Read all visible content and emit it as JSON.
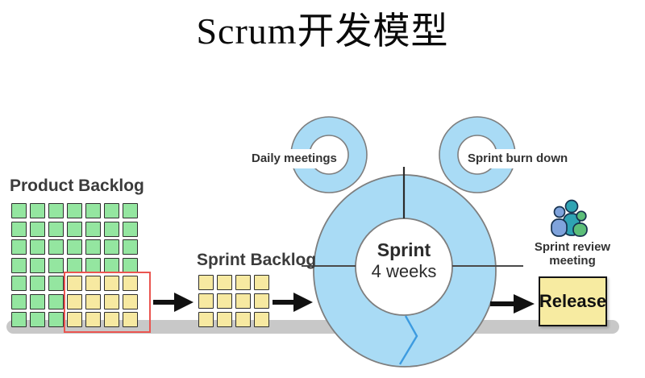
{
  "title": "Scrum开发模型",
  "colors": {
    "card_green": "#94E6A0",
    "card_yellow": "#F7E9A1",
    "card_border": "#2E2E2E",
    "ring_blue": "#A9DBF5",
    "ring_stroke": "#7E7E7E",
    "tick_dark": "#2B2B2B",
    "connector_gray": "#4A4A4A",
    "zigzag_blue": "#3D9BE0",
    "bar_gray": "#C8C8C8",
    "highlight_red": "#EA5550",
    "release_yellow": "#F7EBA1",
    "arrow_black": "#111111",
    "person_blue": "#7FA3DC",
    "person_teal": "#2FA3B3",
    "person_green": "#5CBE79",
    "person_outline": "#16324F"
  },
  "product_backlog": {
    "label": "Product Backlog",
    "rows": [
      "GGGGGGG",
      "GGGGGGG",
      "GGGGGGG",
      "GGGGGGG",
      "GGGYYYY",
      "GGGYYYY",
      "GGGYYYY"
    ]
  },
  "sprint_backlog": {
    "label": "Sprint Backlog",
    "rows": [
      "YYYY",
      "YYYY",
      "YYYY"
    ]
  },
  "sprint": {
    "title": "Sprint",
    "duration": "4 weeks"
  },
  "daily_meetings": {
    "label": "Daily meetings"
  },
  "burn_down": {
    "label": "Sprint burn down"
  },
  "review": {
    "line1": "Sprint review",
    "line2": "meeting"
  },
  "release": {
    "label": "Release"
  }
}
